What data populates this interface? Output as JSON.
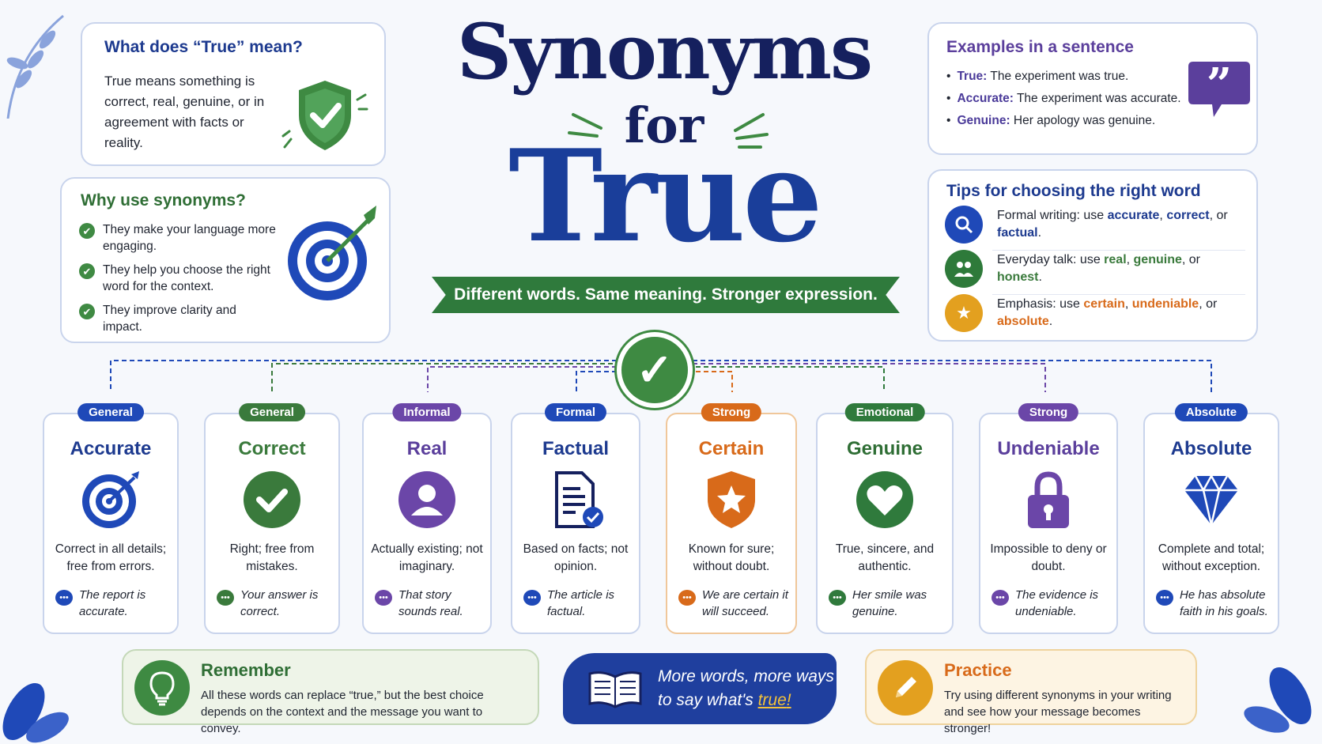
{
  "title": {
    "line1": "Synonyms",
    "line2": "for",
    "line3": "True",
    "banner": "Different words. Same meaning. Stronger expression."
  },
  "meaning": {
    "heading": "What does “True” mean?",
    "body": "True means something is correct, real, genuine, or in agreement with facts or reality."
  },
  "why": {
    "heading": "Why use synonyms?",
    "items": [
      "They make your language more engaging.",
      "They help you choose the right word for the context.",
      "They improve clarity and impact."
    ]
  },
  "examples": {
    "heading": "Examples in a sentence",
    "items": [
      {
        "word": "True:",
        "text": "The experiment was true."
      },
      {
        "word": "Accurate:",
        "text": "The experiment was accurate."
      },
      {
        "word": "Genuine:",
        "text": "Her apology was genuine."
      }
    ]
  },
  "tips": {
    "heading": "Tips for choosing the right word",
    "items": [
      {
        "lead": "Formal writing: use ",
        "w1": "accurate",
        "m1": ", ",
        "w2": "correct",
        "m2": ", or ",
        "w3": "factual",
        "end": ".",
        "icon": "search-icon",
        "color": "#1f49b8"
      },
      {
        "lead": "Everyday talk: use ",
        "w1": "real",
        "m1": ", ",
        "w2": "genuine",
        "m2": ", or ",
        "w3": "honest",
        "end": ".",
        "icon": "people-icon",
        "color": "#2e7a3a"
      },
      {
        "lead": "Emphasis: use ",
        "w1": "certain",
        "m1": ", ",
        "w2": "undeniable",
        "m2": ", or ",
        "w3": "absolute",
        "end": ".",
        "icon": "star-icon",
        "color": "#e3a01f"
      }
    ]
  },
  "synonyms": [
    {
      "tag": "General",
      "word": "Accurate",
      "definition": "Correct in all details; free from errors.",
      "example": "The report is accurate.",
      "color": "#1f49b8",
      "icon": "target-icon"
    },
    {
      "tag": "General",
      "word": "Correct",
      "definition": "Right; free from mistakes.",
      "example": "Your answer is correct.",
      "color": "#3a7a3c",
      "icon": "check-circle-icon"
    },
    {
      "tag": "Informal",
      "word": "Real",
      "definition": "Actually existing; not imaginary.",
      "example": "That story sounds real.",
      "color": "#6b46a8",
      "icon": "person-icon"
    },
    {
      "tag": "Formal",
      "word": "Factual",
      "definition": "Based on facts; not opinion.",
      "example": "The article is factual.",
      "color": "#1f49b8",
      "icon": "document-icon"
    },
    {
      "tag": "Strong",
      "word": "Certain",
      "definition": "Known for sure; without doubt.",
      "example": "We are certain it will succeed.",
      "color": "#d86a1a",
      "icon": "shield-star-icon"
    },
    {
      "tag": "Emotional",
      "word": "Genuine",
      "definition": "True, sincere, and authentic.",
      "example": "Her smile was genuine.",
      "color": "#2f7a3c",
      "icon": "heart-icon"
    },
    {
      "tag": "Strong",
      "word": "Undeniable",
      "definition": "Impossible to deny or doubt.",
      "example": "The evidence is undeniable.",
      "color": "#6b46a8",
      "icon": "lock-icon"
    },
    {
      "tag": "Absolute",
      "word": "Absolute",
      "definition": "Complete and total; without exception.",
      "example": "He has absolute faith in his goals.",
      "color": "#1f49b8",
      "icon": "diamond-icon"
    }
  ],
  "remember": {
    "heading": "Remember",
    "body": "All these words can replace “true,” but the best choice depends on the context and the message you want to convey."
  },
  "brush": {
    "line1": "More words, more ways",
    "line2a": "to say what's ",
    "line2b": "true",
    "line2c": "!"
  },
  "practice": {
    "heading": "Practice",
    "body": "Try using different synonyms in your writing and see how your message becomes stronger!"
  }
}
